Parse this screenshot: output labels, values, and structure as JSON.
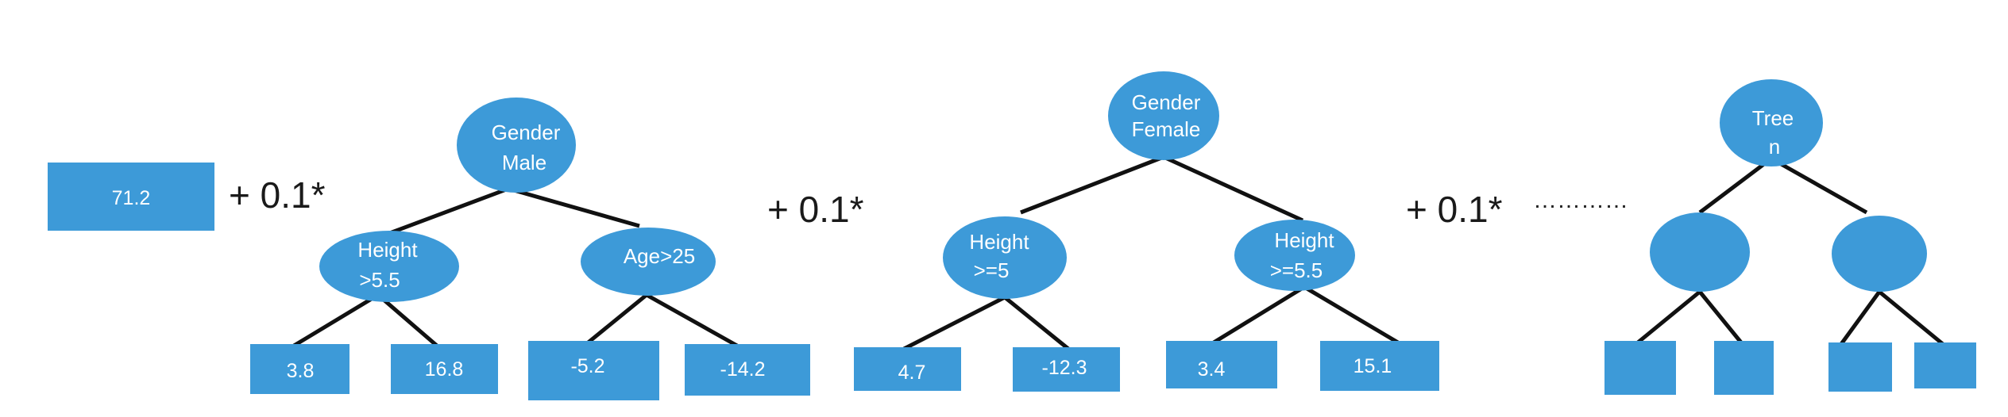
{
  "colors": {
    "node_fill": "#3d9ad8",
    "edge_stroke": "#111111",
    "label_text": "#ffffff",
    "operator_text": "#1a1a1a"
  },
  "base": {
    "value": "71.2"
  },
  "operators": [
    {
      "text": "+ 0.1*"
    },
    {
      "text": "+ 0.1*"
    },
    {
      "text": "+ 0.1*"
    }
  ],
  "ellipsis": "…………",
  "trees": [
    {
      "root": [
        "Gender",
        "Male"
      ],
      "left": [
        "Height",
        ">5.5"
      ],
      "right": [
        "Age>25"
      ],
      "leaves": [
        "3.8",
        "16.8",
        "-5.2",
        "-14.2"
      ]
    },
    {
      "root": [
        "Gender",
        "Female"
      ],
      "left": [
        "Height",
        ">=5"
      ],
      "right": [
        "Height",
        ">=5.5"
      ],
      "leaves": [
        "4.7",
        "-12.3",
        "3.4",
        "15.1"
      ]
    },
    {
      "root": [
        "Tree",
        "n"
      ],
      "left": [],
      "right": [],
      "leaves": [
        "",
        "",
        "",
        ""
      ]
    }
  ]
}
